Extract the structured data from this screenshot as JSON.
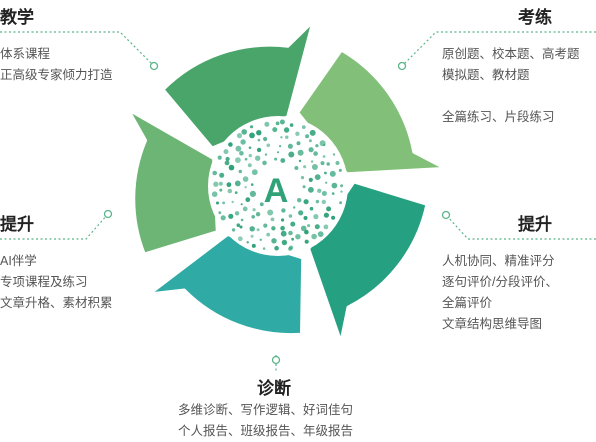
{
  "center_logo": "A",
  "colors": {
    "teach": "#4aa56b",
    "practice": "#82c07a",
    "improve_right": "#25a081",
    "diagnose": "#2faaa4",
    "improve_left": "#6cb574",
    "dots": "#2fa278",
    "connector": "#5bb489"
  },
  "sections": {
    "teach": {
      "title": "教学",
      "lines": [
        "体系课程",
        "正高级专家倾力打造"
      ]
    },
    "practice": {
      "title": "考练",
      "lines": [
        "原创题、校本题、高考题",
        "模拟题、教材题"
      ],
      "extra": [
        "全篇练习、片段练习"
      ]
    },
    "improve_right": {
      "title": "提升",
      "lines": [
        "人机协同、精准评分",
        "逐句评价/分段评价、",
        "全篇评价",
        "文章结构思维导图"
      ]
    },
    "diagnose": {
      "title": "诊断",
      "lines": [
        "多维诊断、写作逻辑、好词佳句",
        "个人报告、班级报告、年级报告"
      ]
    },
    "improve_left": {
      "title": "提升",
      "lines": [
        "AI伴学",
        "专项课程及练习",
        "文章升格、素材积累"
      ]
    }
  }
}
